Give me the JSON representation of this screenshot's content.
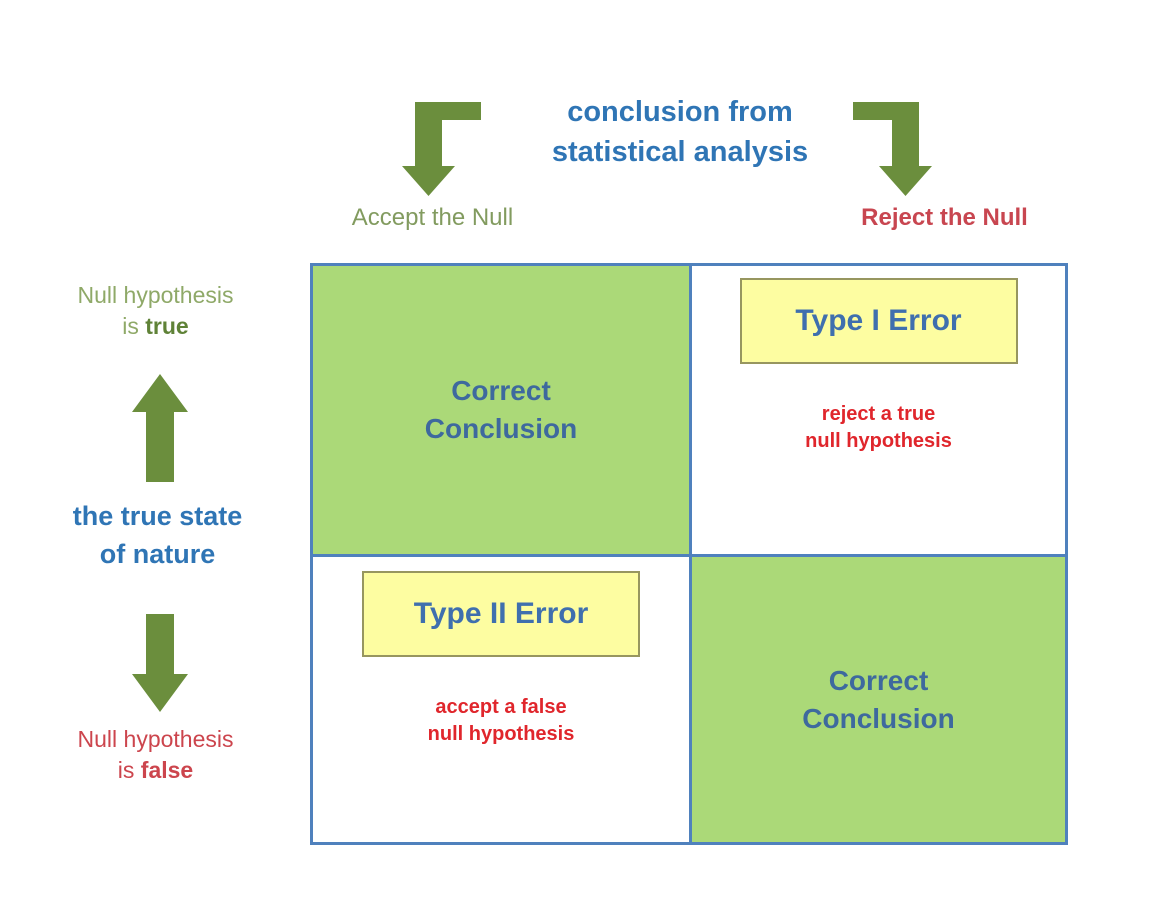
{
  "colors": {
    "bg": "#ffffff",
    "arrow-green": "#6b8e3d",
    "title-blue": "#2f75b5",
    "accept-green": "#829b5f",
    "reject-red": "#c84650",
    "row-green": "#8fa968",
    "row-green-bold": "#5f8237",
    "state-blue": "#2f75b5",
    "row-red": "#cc454d",
    "cell-green": "#abd978",
    "grid-border": "#4f81bd",
    "cell-text-blue": "#3e699e",
    "error-title-blue": "#3f6fae",
    "yellow-fill": "#fdfda1",
    "yellow-border": "#97965f",
    "error-red": "#e0262c"
  },
  "header": {
    "title_line1": "conclusion from",
    "title_line2": "statistical analysis"
  },
  "columns": {
    "accept_label": "Accept the Null",
    "reject_label": "Reject the Null"
  },
  "rows": {
    "true_label": {
      "line1": "Null hypothesis",
      "line2_prefix": "is ",
      "line2_bold": "true"
    },
    "axis_label": {
      "line1": "the true state",
      "line2": "of nature"
    },
    "false_label": {
      "line1": "Null hypothesis",
      "line2_prefix": "is ",
      "line2_bold": "false"
    }
  },
  "matrix": {
    "top_left": {
      "line1": "Correct",
      "line2": "Conclusion"
    },
    "top_right": {
      "error_title": "Type I Error",
      "desc_line1": "reject a true",
      "desc_line2": "null hypothesis"
    },
    "bottom_left": {
      "error_title": "Type II Error",
      "desc_line1": "accept a false",
      "desc_line2": "null hypothesis"
    },
    "bottom_right": {
      "line1": "Correct",
      "line2": "Conclusion"
    }
  },
  "icons": {
    "elbow_arrow_left": "elbow-down-arrow",
    "elbow_arrow_right": "elbow-down-arrow",
    "up_arrow": "block-up-arrow",
    "down_arrow": "block-down-arrow"
  }
}
